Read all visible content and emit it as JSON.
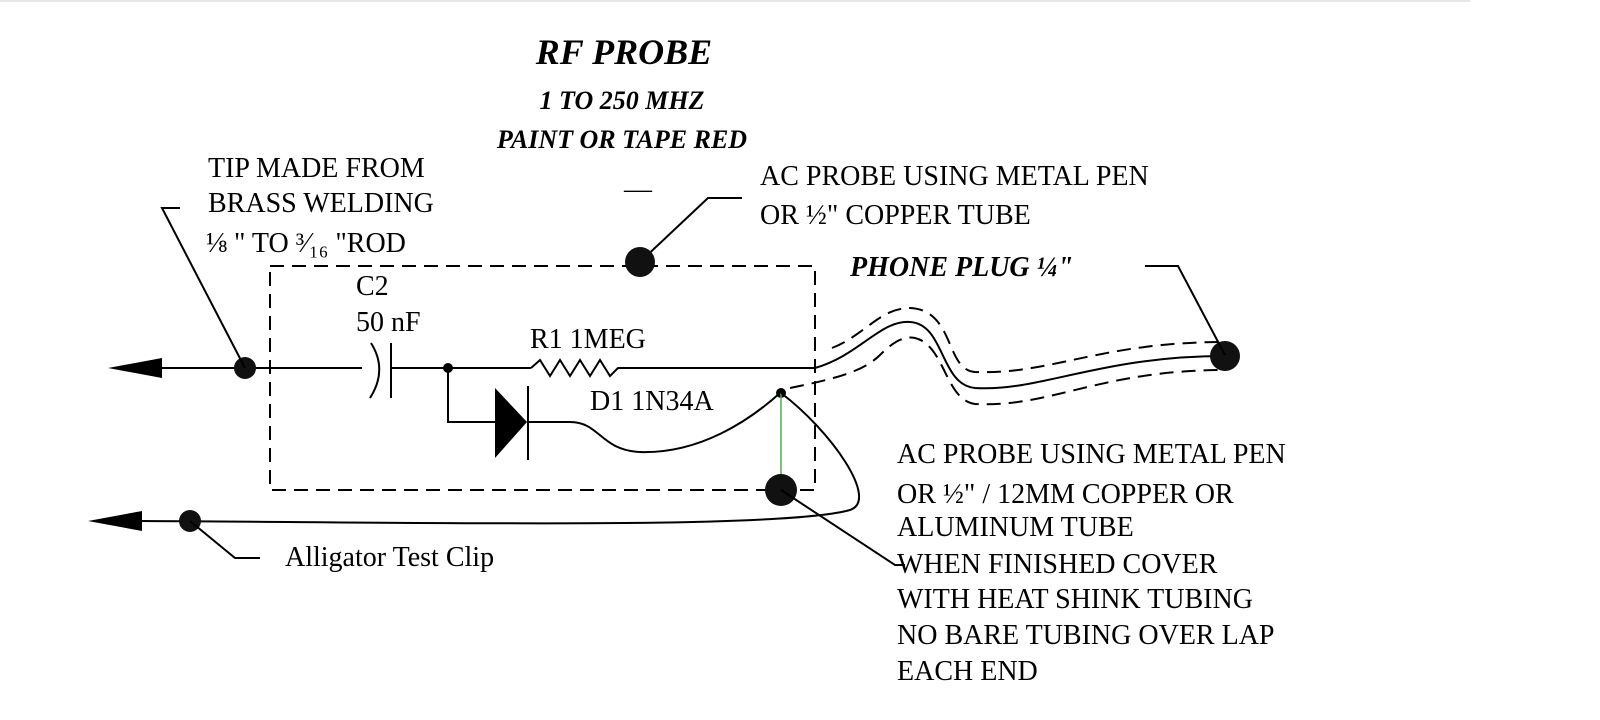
{
  "title": "RF PROBE",
  "subtitle1": "1 TO 250 MHZ",
  "subtitle2": "PAINT OR TAPE RED",
  "dash_mark": "—",
  "tip_label": [
    "TIP MADE FROM",
    "BRASS WELDING",
    "⅛ \" TO ³⁄₁₆ \"ROD"
  ],
  "ac_probe_top": [
    "AC PROBE USING METAL PEN",
    " OR ½\" COPPER TUBE"
  ],
  "phone_plug": "PHONE PLUG ¼\"",
  "c2_name": "C2",
  "c2_value": "50 nF",
  "r1_label": "R1   1MEG",
  "d1_label": "D1  1N34A",
  "alligator": "Alligator Test Clip",
  "ac_probe_bottom": [
    "AC PROBE USING METAL PEN",
    " OR ½\" / 12MM COPPER OR",
    "ALUMINUM TUBE",
    "WHEN FINISHED COVER",
    "WITH HEAT SHINK TUBING",
    "NO BARE TUBING OVER LAP",
    "EACH END"
  ],
  "colors": {
    "ground_link": "#4caf50",
    "ink": "#000000"
  }
}
